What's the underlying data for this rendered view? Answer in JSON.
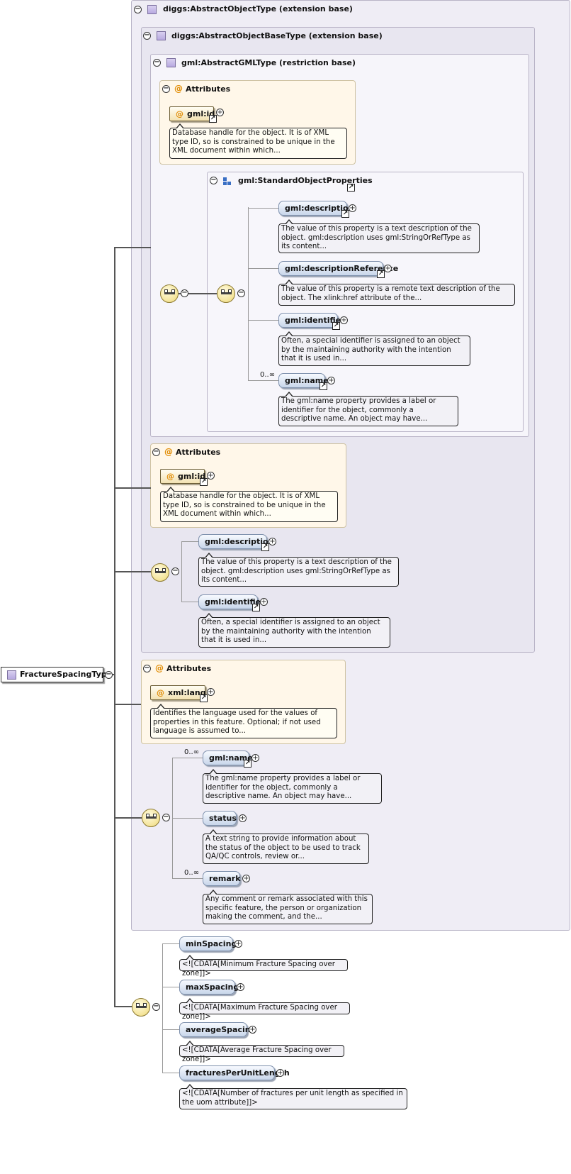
{
  "root": {
    "label": "FractureSpacingType"
  },
  "types": {
    "abstract_object": "diggs:AbstractObjectType (extension base)",
    "abstract_object_base": "diggs:AbstractObjectBaseType (extension base)",
    "abstract_gml": "gml:AbstractGMLType (restriction base)"
  },
  "attributes_header": "Attributes",
  "std_props": "gml:StandardObjectProperties",
  "multiplicity": "0..∞",
  "gml_elements": [
    {
      "name": "gml:id",
      "desc": "Database handle for the object. It is of XML type ID, so is constrained to be unique in the XML document within which..."
    },
    {
      "name": "gml:description",
      "desc": "The value of this property is a text description of the object. gml:description uses gml:StringOrRefType as its content..."
    },
    {
      "name": "gml:descriptionReference",
      "desc": "The value of this property is a remote text description of the object. The xlink:href attribute of the..."
    },
    {
      "name": "gml:identifier",
      "desc": "Often, a special identifier is assigned to an object by the maintaining authority with the intention that it is used in..."
    },
    {
      "name": "gml:name",
      "desc": "The gml:name property provides a label or identifier for the object, commonly a descriptive name. An object may have..."
    }
  ],
  "base_attr": {
    "name": "gml:id",
    "desc": "Database handle for the object. It is of XML type ID, so is constrained to be unique in the XML document within which..."
  },
  "base_elements": [
    {
      "name": "gml:description",
      "desc": "The value of this property is a text description of the object. gml:description uses gml:StringOrRefType as its content..."
    },
    {
      "name": "gml:identifier",
      "desc": "Often, a special identifier is assigned to an object by the maintaining authority with the intention that it is used in..."
    }
  ],
  "obj_attr": {
    "name": "xml:lang",
    "desc": "Identifies the language used for the values of properties in this feature. Optional; if not used language is assumed to..."
  },
  "obj_elements": [
    {
      "name": "gml:name",
      "desc": "The gml:name property provides a label or identifier for the object, commonly a descriptive name. An object may have..."
    },
    {
      "name": "status",
      "desc": "A text string to provide information about the status of the object to be used to track QA/QC controls, review or..."
    },
    {
      "name": "remark",
      "desc": "Any comment or remark associated with this specific feature, the person or organization making the comment, and the..."
    }
  ],
  "spacing_elements": [
    {
      "name": "minSpacing",
      "desc": "<![CDATA[Minimum Fracture Spacing over zone]]>"
    },
    {
      "name": "maxSpacing",
      "desc": "<![CDATA[Maximum Fracture Spacing over zone]]>"
    },
    {
      "name": "averageSpacing",
      "desc": "<![CDATA[Average Fracture Spacing over zone]]>"
    },
    {
      "name": "fracturesPerUnitLength",
      "desc": "<![CDATA[Number of fractures per unit length as specified in the uom attribute]]>"
    }
  ],
  "colors": {
    "panel": "#efedf5",
    "attr_bg": "#fff7e9",
    "accent": "#e08a00"
  }
}
